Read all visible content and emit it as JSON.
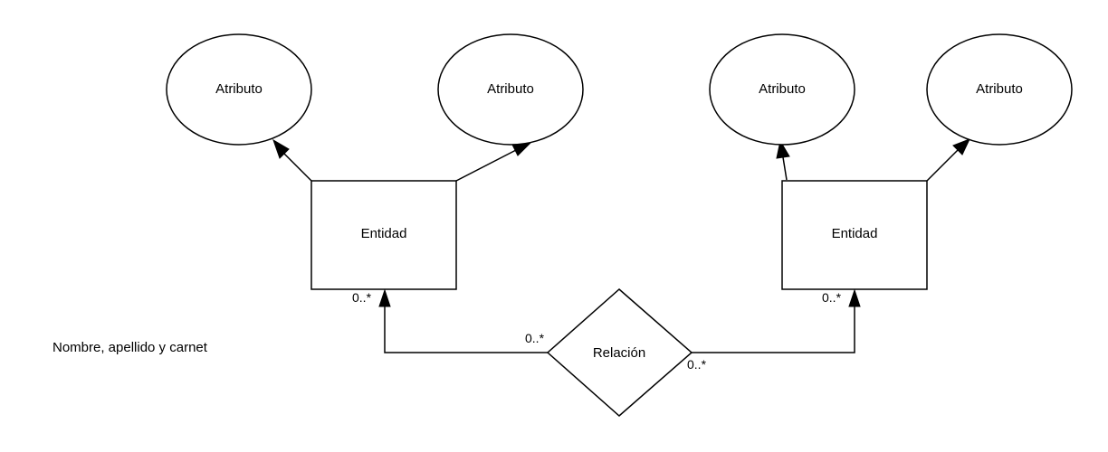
{
  "diagram": {
    "attributes": [
      "Atributo",
      "Atributo",
      "Atributo",
      "Atributo"
    ],
    "entities": [
      "Entidad",
      "Entidad"
    ],
    "relationship": "Relación",
    "cardinalities": [
      "0..*",
      "0..*",
      "0..*",
      "0..*"
    ],
    "note": "Nombre, apellido y carnet",
    "colors": {
      "stroke": "#000000",
      "fill": "#ffffff",
      "text": "#000000"
    }
  }
}
